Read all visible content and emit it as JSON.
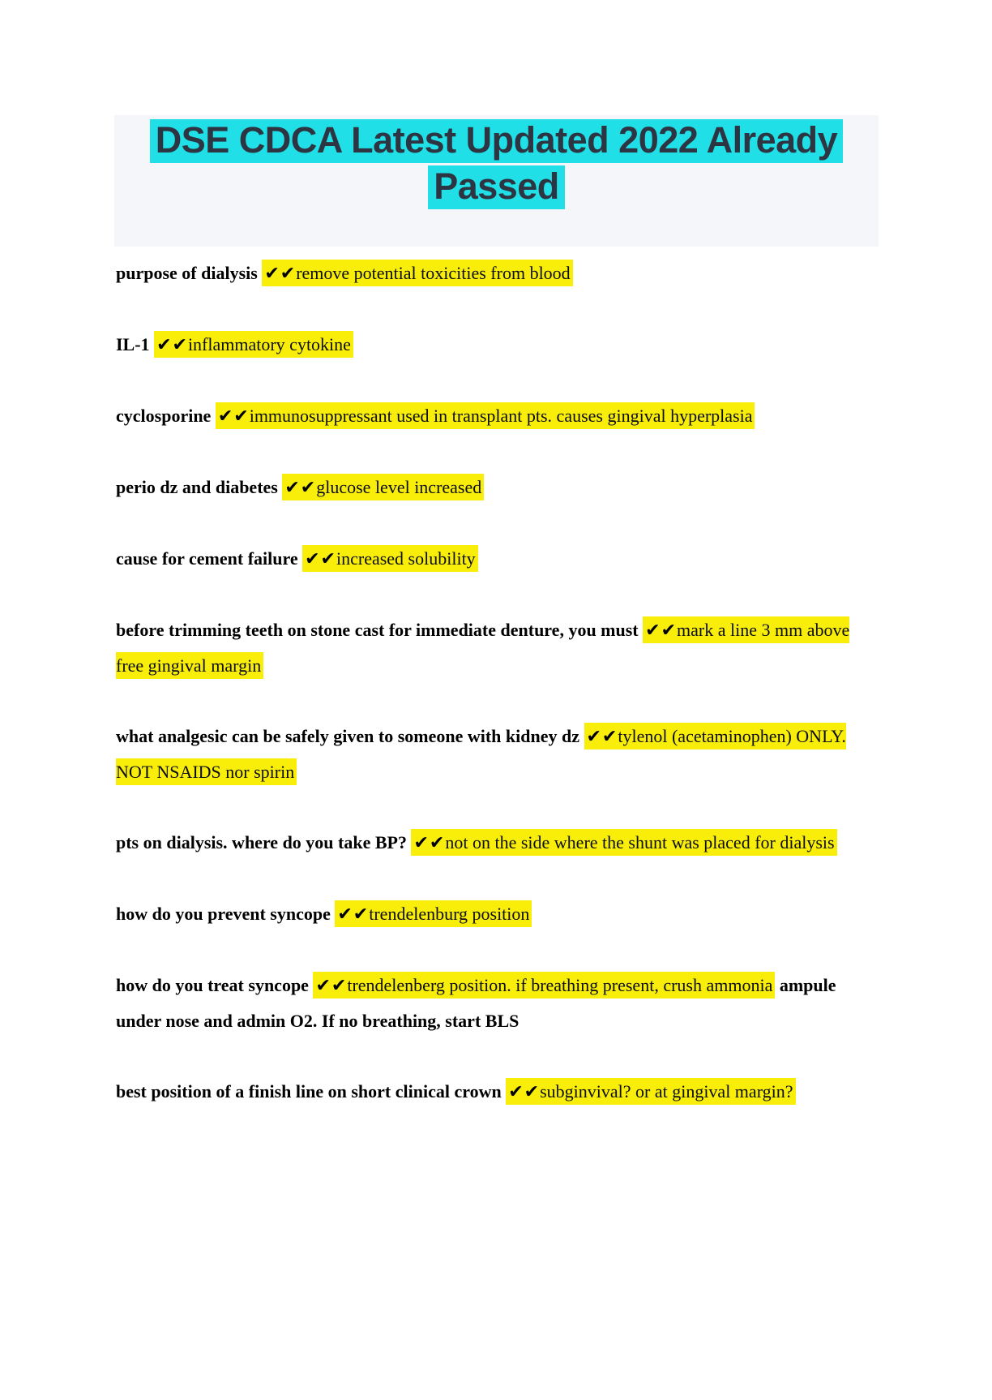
{
  "header": {
    "title": "DSE CDCA Latest Updated 2022 Already Passed",
    "title_line1": "DSE CDCA Latest Updated 2022 Already",
    "title_line2": "Passed"
  },
  "marks": {
    "double_check": "✔✔"
  },
  "colors": {
    "title_highlight_cyan": "#20dfe6",
    "answer_highlight_yellow": "#f8ee0a",
    "title_text": "#2e3542",
    "question_text": "#000000",
    "answer_text": "#0d0d14",
    "header_band_background": "#f4f6f9"
  },
  "qa_items": [
    {
      "question": "purpose of dialysis",
      "answer": "remove potential toxicities from blood"
    },
    {
      "question": "IL-1",
      "answer": "inflammatory cytokine"
    },
    {
      "question": "cyclosporine",
      "answer": "immunosuppressant used in transplant pts. causes gingival hyperplasia"
    },
    {
      "question": "perio dz and diabetes",
      "answer": "glucose level increased"
    },
    {
      "question": "cause for cement failure",
      "answer": "increased solubility"
    },
    {
      "question": "before trimming teeth on stone cast for immediate denture, you must",
      "answer": "mark a line 3 mm above free gingival margin"
    },
    {
      "question": "what analgesic can be safely given to someone with kidney dz",
      "answer": "tylenol (acetaminophen) ONLY. NOT NSAIDS nor spirin"
    },
    {
      "question": "pts on dialysis. where do you take BP?",
      "answer": "not on the side where the shunt was placed for dialysis"
    },
    {
      "question": "how do you prevent syncope",
      "answer": "trendelenburg position"
    },
    {
      "question": "how do you treat syncope",
      "answer": "trendelenberg position. if breathing present, crush ammonia",
      "answer_tail": "ampule under nose and admin O2. If no breathing, start BLS"
    },
    {
      "question": "best position of a finish line on short clinical crown",
      "answer": "subginvival? or at gingival margin?"
    }
  ]
}
